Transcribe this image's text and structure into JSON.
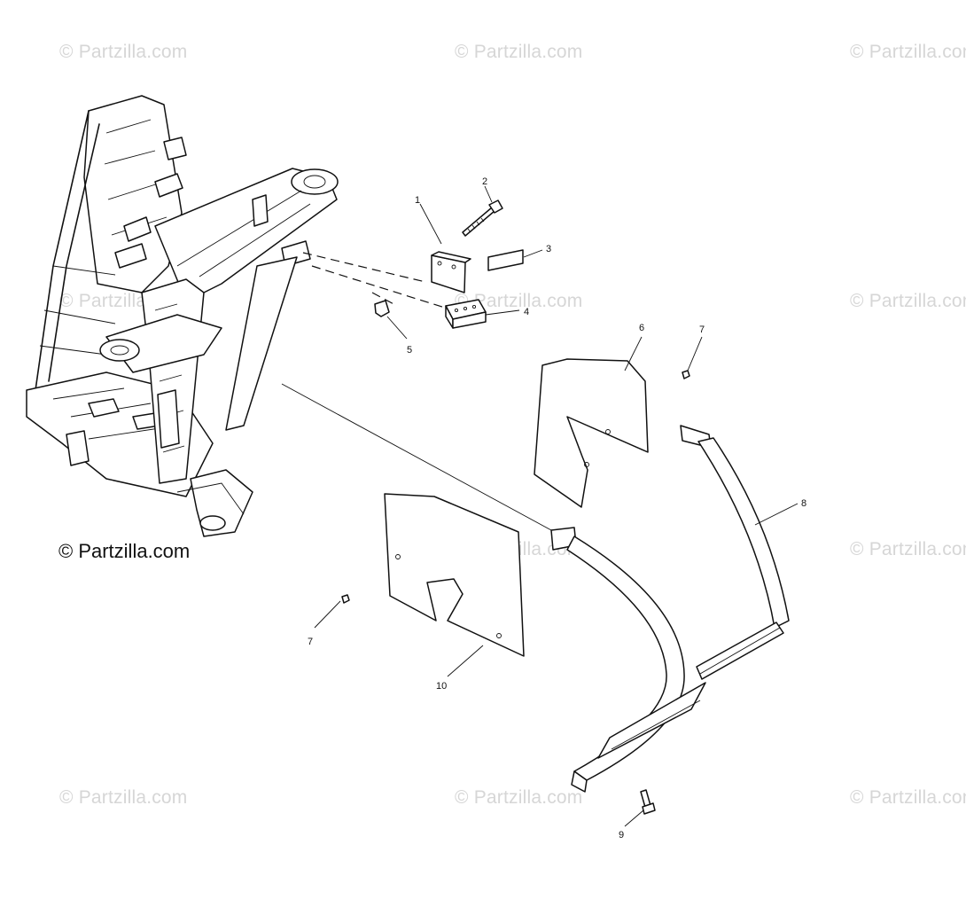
{
  "watermark": {
    "text": "© Partzilla.com",
    "color": "#d6d6d6"
  },
  "credit": "© Partzilla.com",
  "callouts": [
    "1",
    "2",
    "3",
    "4",
    "5",
    "6",
    "7",
    "8",
    "7",
    "10",
    "9"
  ],
  "line_color": "#111111"
}
